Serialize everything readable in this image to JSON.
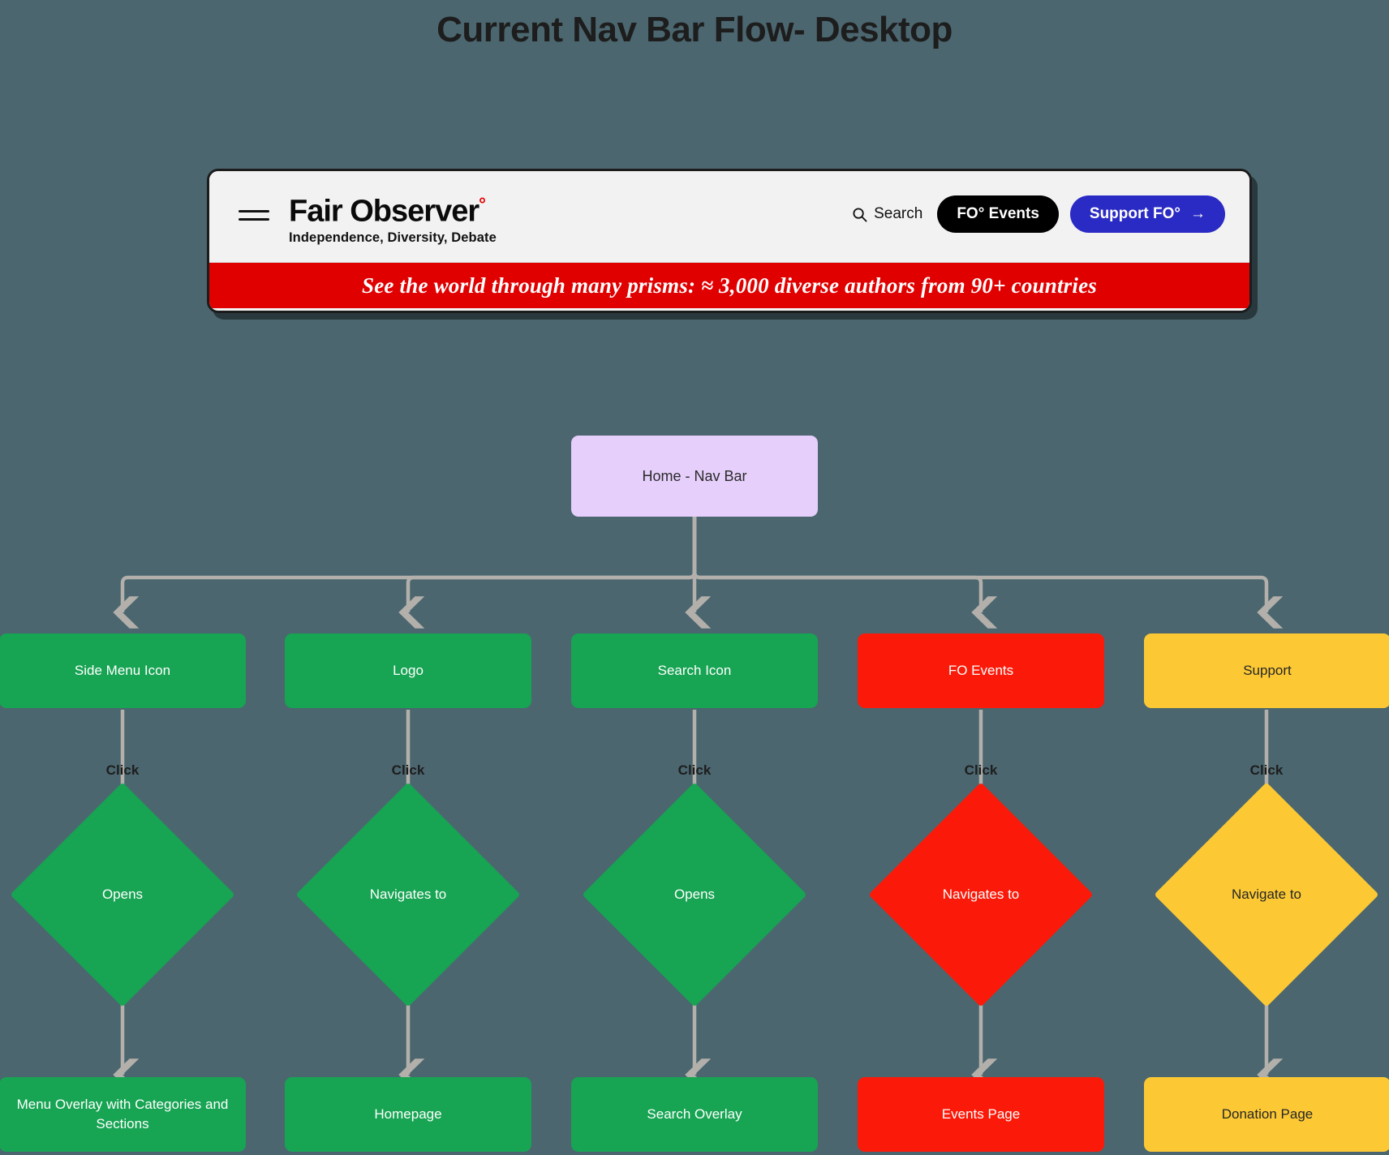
{
  "page": {
    "title": "Current Nav Bar Flow- Desktop",
    "background_color": "#4b666f"
  },
  "navbar": {
    "menu_icon": "hamburger-icon",
    "brand": {
      "name": "Fair Observer",
      "degree_mark": "°",
      "tagline": "Independence, Diversity, Debate"
    },
    "search": {
      "icon": "search-icon",
      "label": "Search"
    },
    "events_button": "FO° Events",
    "support_button": "Support FO°",
    "support_arrow": "→",
    "banner_text": "See the world through many prisms: ≈ 3,000 diverse authors from 90+ countries",
    "colors": {
      "banner_bg": "#e00000",
      "support_bg": "#2a2ac4",
      "events_bg": "#000000",
      "degree_red": "#e60000"
    }
  },
  "flow": {
    "root": {
      "label": "Home - Nav Bar",
      "color": "#e6cffb"
    },
    "edge_label": "Click",
    "colors": {
      "green": "#17a453",
      "red": "#fb1a09",
      "yellow": "#fcc935",
      "connector": "#b3b0ab"
    },
    "branches": [
      {
        "trigger": "Side Menu Icon",
        "action": "Opens",
        "result": "Menu Overlay with Categories and Sections",
        "color": "green"
      },
      {
        "trigger": "Logo",
        "action": "Navigates to",
        "result": "Homepage",
        "color": "green"
      },
      {
        "trigger": "Search Icon",
        "action": "Opens",
        "result": "Search Overlay",
        "color": "green"
      },
      {
        "trigger": "FO Events",
        "action": "Navigates to",
        "result": "Events Page",
        "color": "red"
      },
      {
        "trigger": "Support",
        "action": "Navigate to",
        "result": "Donation Page",
        "color": "yellow"
      }
    ]
  }
}
